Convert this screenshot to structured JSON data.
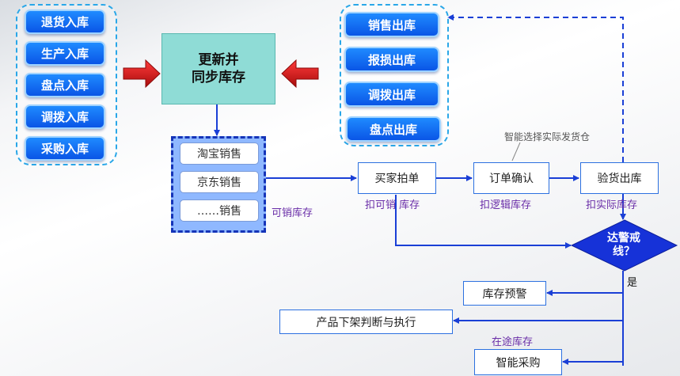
{
  "inbound": [
    "退货入库",
    "生产入库",
    "盘点入库",
    "调拨入库",
    "采购入库"
  ],
  "sync_box": [
    "更新并",
    "同步库存"
  ],
  "outbound": [
    "销售出库",
    "报损出库",
    "调拨出库",
    "盘点出库"
  ],
  "channels": [
    "淘宝销售",
    "京东销售",
    "……销售"
  ],
  "available_stock_label": "可销库存",
  "flow": {
    "buyer_order": "买家拍单",
    "order_confirm": "订单确认",
    "inspect_ship": "验货出库",
    "deduct_available": "扣可销  库存",
    "deduct_logical": "扣逻辑库存",
    "deduct_actual": "扣实际库存",
    "smart_warehouse": "智能选择实际发货仓"
  },
  "decision": {
    "line1": "达警戒",
    "line2": "线？",
    "yes": "是"
  },
  "actions": {
    "stock_warning": "库存预警",
    "delist": "产品下架判断与执行",
    "in_transit": "在途库存",
    "smart_purchase": "智能采购"
  },
  "colors": {
    "button_blue": "#0a55e6",
    "group_dash": "#2aa7e8",
    "sync_teal": "#8fdcd6",
    "arrow_red": "#c8191b",
    "line_blue": "#1a3fd6",
    "label_purple": "#6a2ea8"
  }
}
